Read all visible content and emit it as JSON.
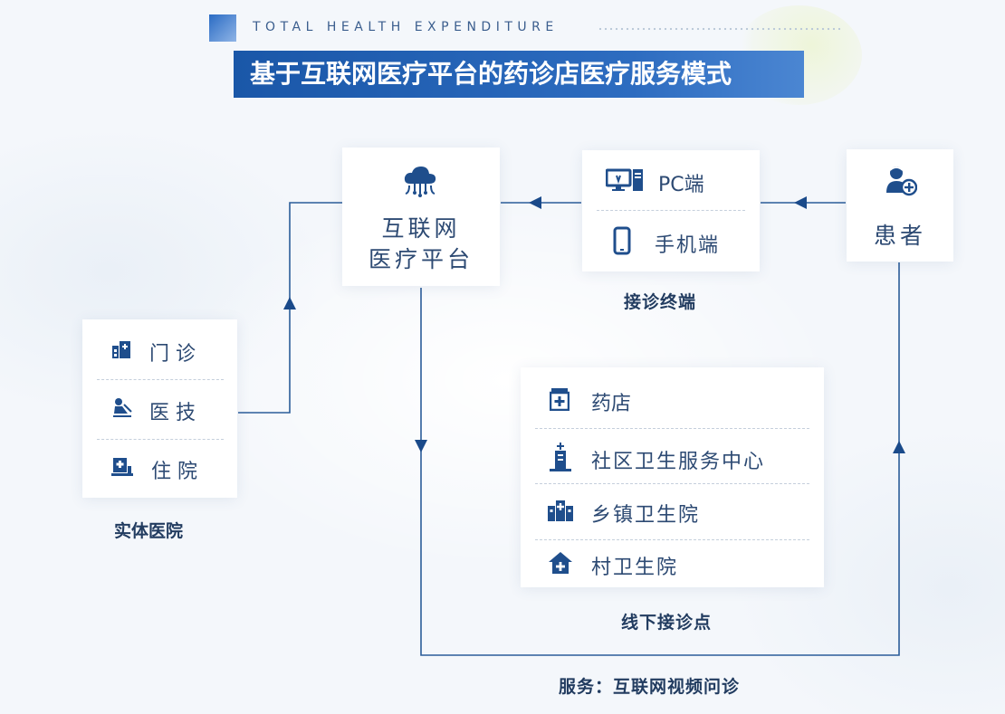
{
  "header": {
    "subtitle": "TOTAL HEALTH EXPENDITURE",
    "title": "基于互联网医疗平台的药诊店医疗服务模式"
  },
  "hospital": {
    "items": [
      {
        "label": "门 诊",
        "icon": "outpatient-building-icon"
      },
      {
        "label": "医 技",
        "icon": "medical-technology-icon"
      },
      {
        "label": "住 院",
        "icon": "inpatient-bed-icon"
      }
    ],
    "caption": "实体医院"
  },
  "platform": {
    "line1": "互联网",
    "line2": "医疗平台",
    "icon": "cloud-network-icon"
  },
  "terminal": {
    "items": [
      {
        "label": "PC端",
        "icon": "desktop-computer-icon"
      },
      {
        "label": "手机端",
        "icon": "mobile-phone-icon"
      }
    ],
    "caption": "接诊终端"
  },
  "patient": {
    "label": "患者",
    "icon": "patient-add-icon"
  },
  "offline": {
    "items": [
      {
        "label": "药店",
        "icon": "pharmacy-icon"
      },
      {
        "label": "社区卫生服务中心",
        "icon": "community-health-center-icon"
      },
      {
        "label": "乡镇卫生院",
        "icon": "township-hospital-icon"
      },
      {
        "label": "村卫生院",
        "icon": "village-clinic-icon"
      }
    ],
    "caption": "线下接诊点"
  },
  "footer": {
    "service": "服务：互联网视频问诊"
  },
  "colors": {
    "accent": "#1a57a8",
    "line": "#2b5d99",
    "icon": "#1f4e8c"
  }
}
